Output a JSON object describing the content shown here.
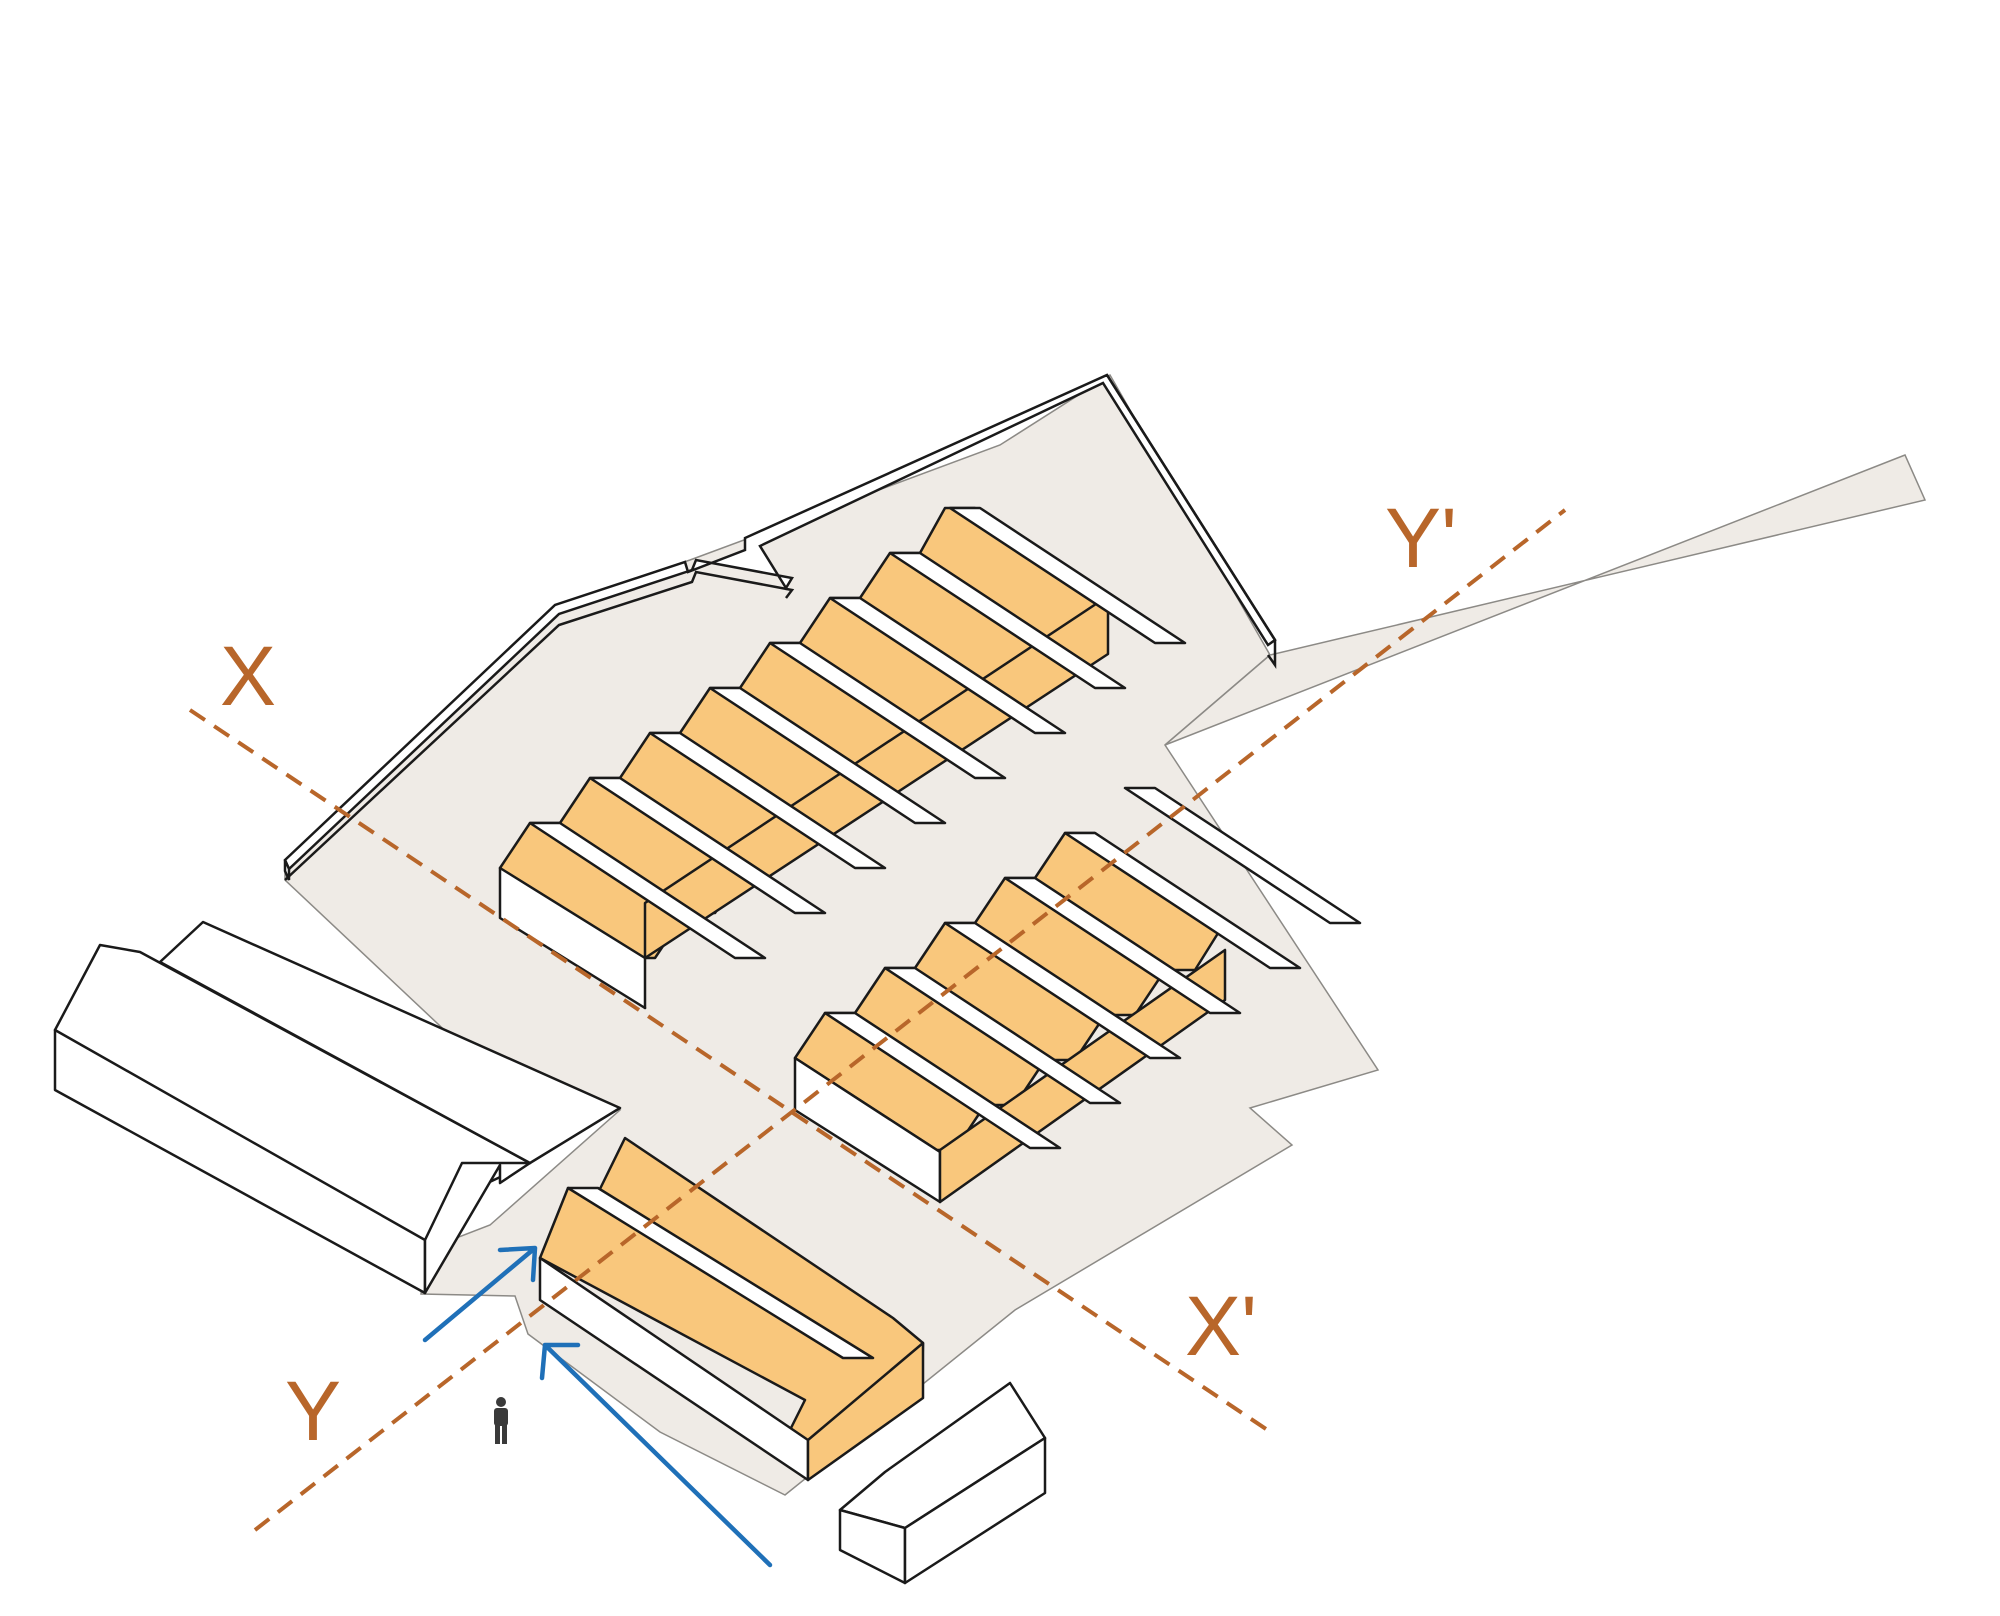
{
  "labels": {
    "x_start": "X",
    "x_end": "X'",
    "y_start": "Y",
    "y_end": "Y'"
  },
  "colors": {
    "section_line": "#b8662a",
    "new_building_roof": "#f9c77c",
    "site_ground": "#efebe6",
    "access_arrow": "#1f70b8",
    "existing_building": "#ffffff"
  }
}
